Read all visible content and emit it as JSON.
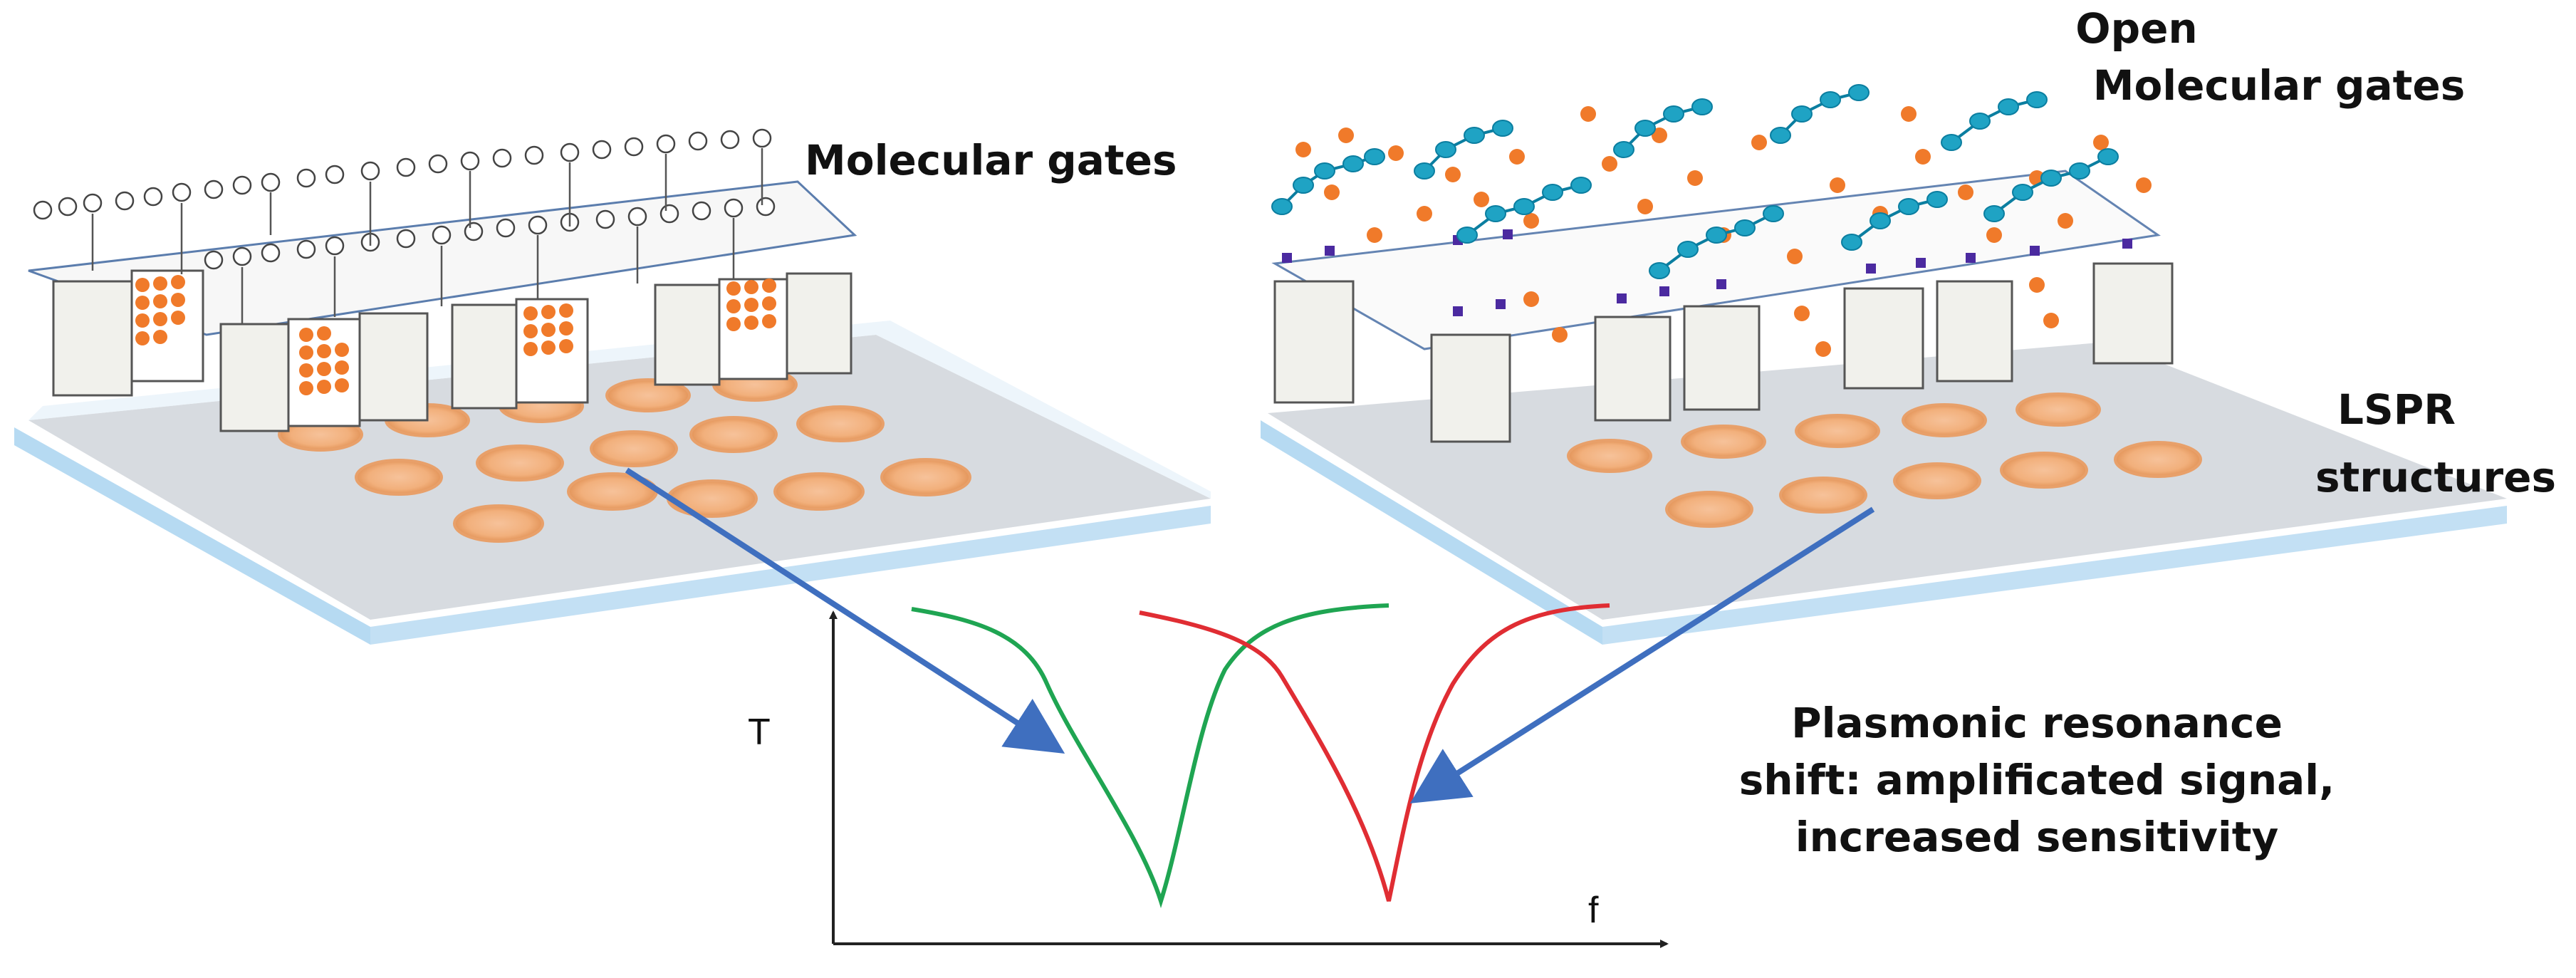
{
  "labels": {
    "molecular_gates": "Molecular gates",
    "open_line1": "Open",
    "open_line2": "Molecular gates",
    "lspr_line1": "LSPR",
    "lspr_line2": "structures",
    "plasmonic_line1": "Plasmonic resonance",
    "plasmonic_line2": "shift: amplificated signal,",
    "plasmonic_line3": "increased sensitivity"
  },
  "axes": {
    "y_label": "T",
    "x_label": "f"
  },
  "colors": {
    "orange_particle": "#f07a2a",
    "cyan_molecule": "#1fa3c4",
    "purple_linker": "#4b2aa0",
    "green_curve": "#1fa552",
    "red_curve": "#e02d33",
    "blue_arrow": "#3f6fbf",
    "substrate": "#c9cfd6",
    "glass_edge": "#a9d3f0",
    "lspr_disk": "#f2b07c"
  }
}
